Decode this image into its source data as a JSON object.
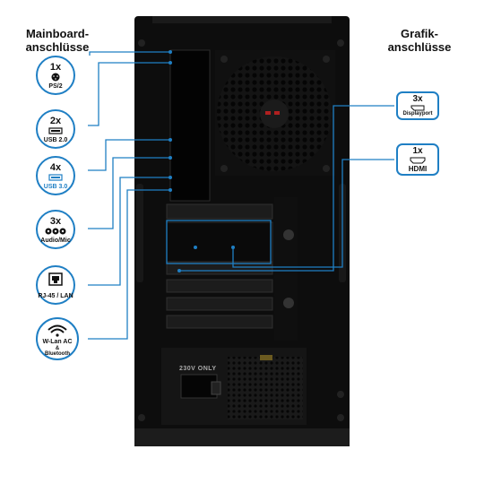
{
  "headings": {
    "mainboard_line1": "Mainboard-",
    "mainboard_line2": "anschlüsse",
    "grafik_line1": "Grafik-",
    "grafik_line2": "anschlüsse"
  },
  "mainboard_ports": [
    {
      "count": "1x",
      "label": "PS/2",
      "icon": "ps2-icon"
    },
    {
      "count": "2x",
      "label": "USB 2.0",
      "icon": "usb-icon"
    },
    {
      "count": "4x",
      "label": "USB 3.0",
      "icon": "usb-icon",
      "accent": "#1f7fc4"
    },
    {
      "count": "3x",
      "label": "Audio/Mic",
      "icon": "audio-jack-icon"
    },
    {
      "count": "",
      "label": "RJ-45 / LAN",
      "icon": "ethernet-icon"
    },
    {
      "count": "",
      "label": "W-Lan AC",
      "label2": "&",
      "label3": "Bluetooth",
      "icon": "wifi-icon"
    }
  ],
  "graphics_ports": [
    {
      "count": "3x",
      "label": "Displayport",
      "icon": "displayport-icon"
    },
    {
      "count": "1x",
      "label": "HDMI",
      "icon": "hdmi-icon"
    }
  ],
  "psu": {
    "label": "230V ONLY"
  },
  "colors": {
    "accent": "#1f7fc4",
    "case": "#0d0d0d"
  }
}
